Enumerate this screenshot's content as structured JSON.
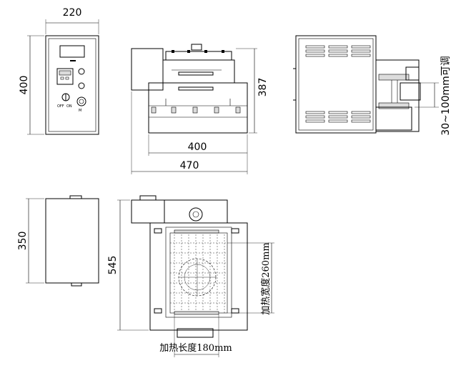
{
  "dimensions": {
    "front_width": "220",
    "front_height": "400",
    "side_height": "387",
    "side_inner_width": "400",
    "side_total_width": "470",
    "top_depth": "350",
    "top_total_depth": "545",
    "heating_width": "加热宽度260mm",
    "heating_length": "加热长度180mm",
    "adjust_range": "30~100mm可调"
  },
  "panel": {
    "label_left": "OFF",
    "label_mid": "ON",
    "label_right": "M"
  }
}
